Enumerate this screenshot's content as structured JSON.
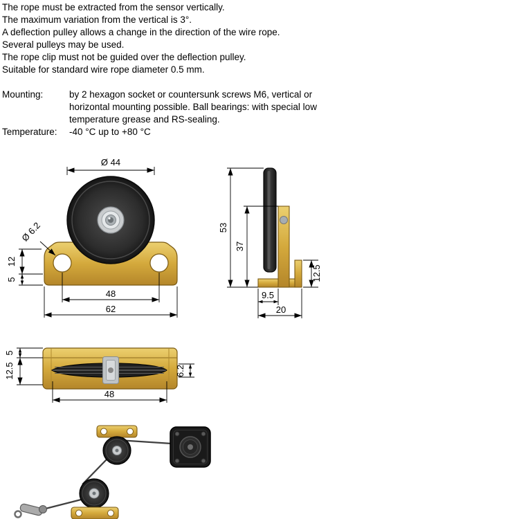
{
  "notes": {
    "lines": [
      "The rope must be extracted from the sensor vertically.",
      "The maximum variation from the vertical is 3°.",
      "A deflection pulley allows a change in the direction of the wire rope.",
      "Several pulleys may be used.",
      "The rope clip must not be guided over the deflection pulley.",
      "Suitable for standard wire rope diameter 0.5 mm."
    ]
  },
  "specs": {
    "mounting": {
      "label": "Mounting:",
      "lines": [
        "by 2 hexagon socket or countersunk screws M6, vertical or",
        "horizontal mounting possible. Ball bearings: with special low",
        "temperature grease and RS-sealing."
      ]
    },
    "temperature": {
      "label": "Temperature:",
      "value": "-40 °C up to +80 °C"
    }
  },
  "dims": {
    "front": {
      "diameter": "Ø 44",
      "hole": "Ø 6.2",
      "h1": "12",
      "h2": "5",
      "w_inner": "48",
      "w_outer": "62"
    },
    "side": {
      "h_outer": "53",
      "h_inner": "37",
      "d1": "9.5",
      "d2": "20",
      "flange": "12.5"
    },
    "plan": {
      "t1": "5",
      "t2": "12.5",
      "groove": "6.2",
      "width": "48"
    }
  },
  "colors": {
    "brass": "#d4a93c",
    "wheel": "#2c2c2c",
    "line": "#000000"
  }
}
